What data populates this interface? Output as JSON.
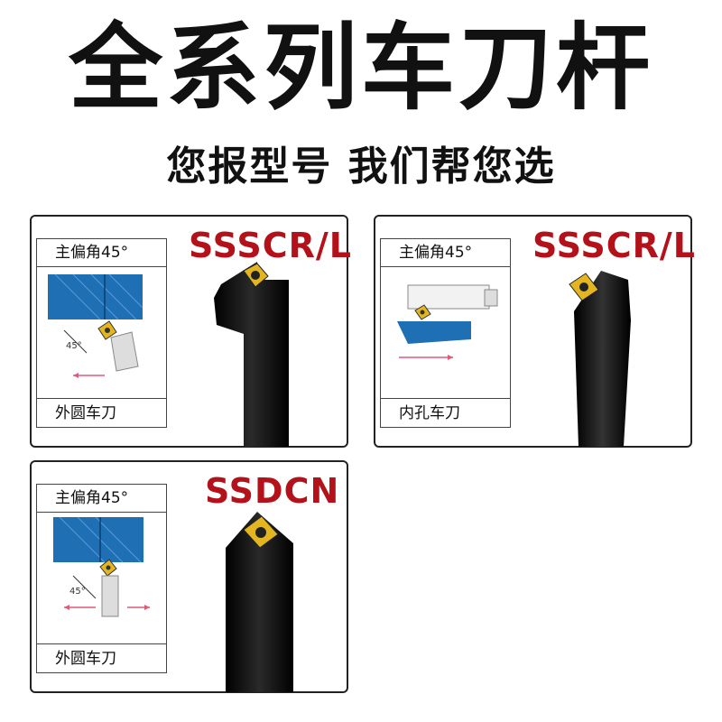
{
  "header": {
    "title": "全系列车刀杆",
    "subtitle": "您报型号 我们帮您选"
  },
  "cards": [
    {
      "model": "SSSCR/L",
      "angle_label": "主偏角45°",
      "type_label": "外圆车刀"
    },
    {
      "model": "SSSCR/L",
      "angle_label": "主偏角45°",
      "type_label": "内孔车刀"
    },
    {
      "model": "SSDCN",
      "angle_label": "主偏角45°",
      "type_label": "外圆车刀"
    }
  ],
  "diagram_angle_text": "45°",
  "colors": {
    "model_text": "#b4121b",
    "workpiece_blue": "#1f6fb5",
    "insert_gold": "#e3b521",
    "tool_black": "#111111",
    "arrow_pink": "#e05a7a"
  }
}
